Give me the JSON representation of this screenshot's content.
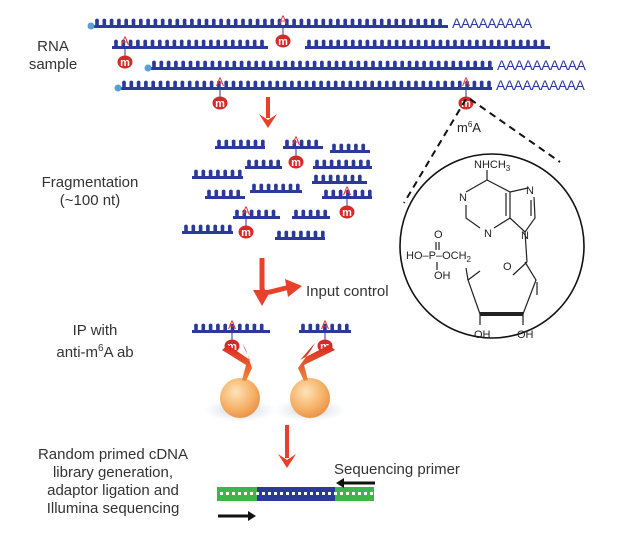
{
  "labels": {
    "rna_sample": [
      "RNA",
      "sample"
    ],
    "fragmentation": [
      "Fragmentation",
      "(~100 nt)"
    ],
    "ip": [
      "IP with",
      "anti-m6A ab"
    ],
    "ip_line2_prefix": "anti-m",
    "ip_line2_sup": "6",
    "ip_line2_suffix": "A ab",
    "library": [
      "Random primed cDNA",
      "library generation,",
      "adaptor ligation and",
      "Illumina sequencing"
    ],
    "input_control": "Input control",
    "sequencing_primer": "Sequencing primer"
  },
  "molecule": {
    "title_prefix": "m",
    "title_sup": "6",
    "title_suffix": "A",
    "nhch3": "NHCH",
    "nhch3_sub": "3",
    "n": "N",
    "o": "O",
    "oh": "OH",
    "ho": "HO",
    "p": "P",
    "och2": "OCH",
    "och2_sub": "2"
  },
  "rna": {
    "poly_a": "AAAAAAAAA",
    "poly_a_long": "AAAAAAAAAA",
    "modified_base": "A",
    "methyl_mark": "m"
  },
  "colors": {
    "rna_strand": "#2b3a9a",
    "cap": "#5aa0d8",
    "methyl": "#d42a2a",
    "arrow": "#e8402a",
    "adaptor": "#3cb54a",
    "primer": "#111111",
    "bead": "#f4a860"
  }
}
